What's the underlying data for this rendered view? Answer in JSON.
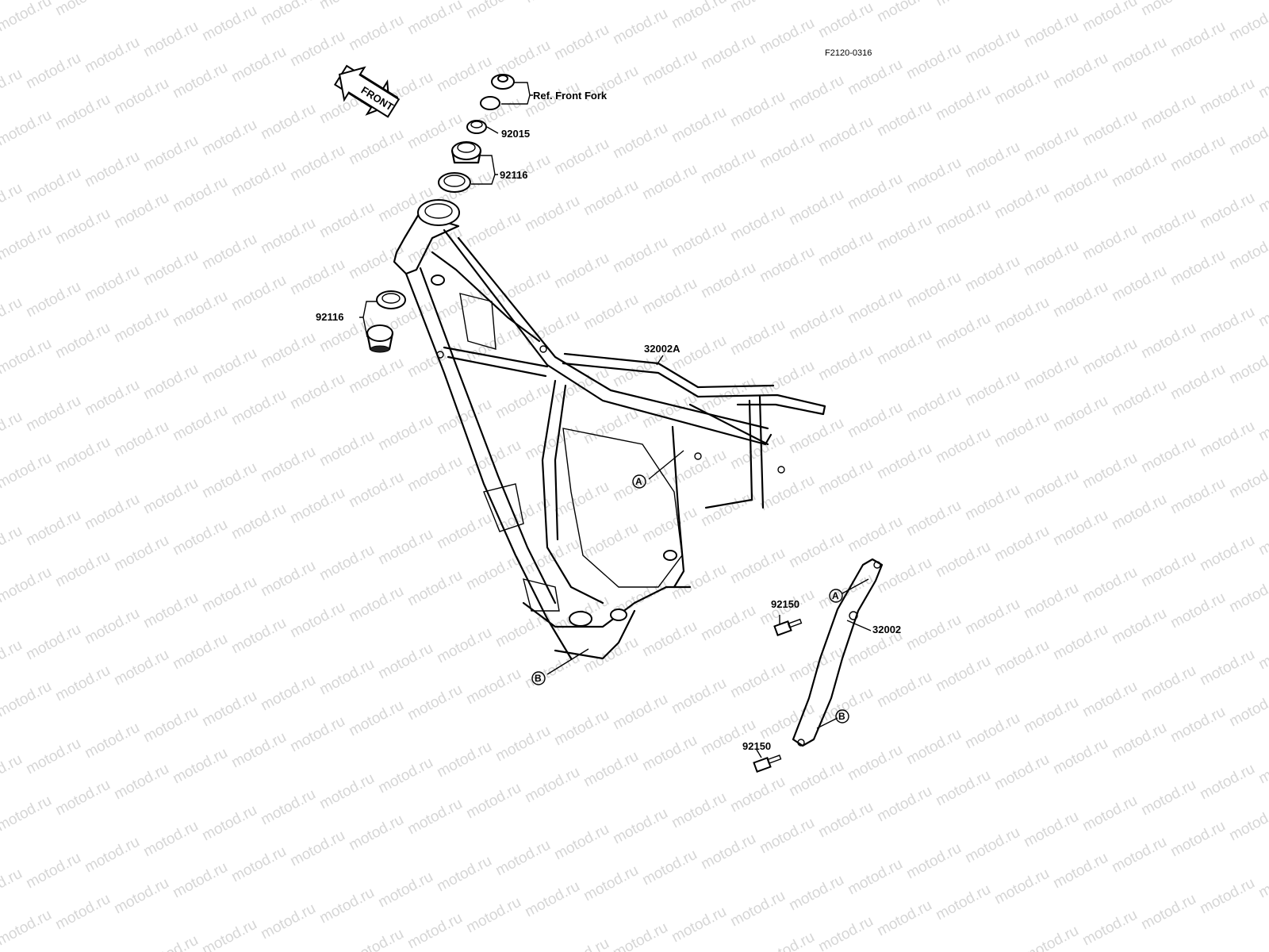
{
  "diagram_code": "F2120-0316",
  "watermark": "motod.ru",
  "front_arrow": "FRONT",
  "labels": {
    "ref_front_fork": "Ref. Front Fork",
    "part_92015": "92015",
    "part_92116_upper": "92116",
    "part_92116_lower": "92116",
    "part_32002A": "32002A",
    "part_32002": "32002",
    "part_92150_upper": "92150",
    "part_92150_lower": "92150"
  },
  "markers": {
    "a_frame": "A",
    "b_frame": "B",
    "a_bar": "A",
    "b_bar": "B"
  }
}
